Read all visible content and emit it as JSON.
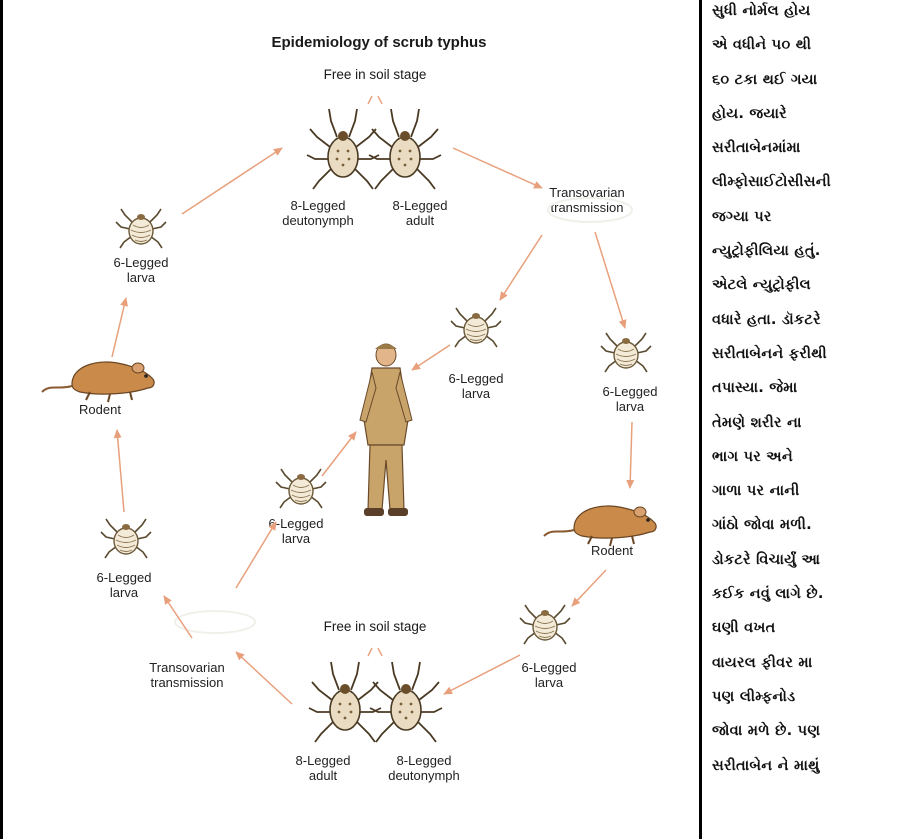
{
  "diagram": {
    "title": "Epidemiology of scrub typhus",
    "colors": {
      "arrow": "#e8a07c",
      "rodent": "#c98a4a",
      "mite": "#6b5a3a",
      "soldier": "#c8a36a"
    },
    "labels": {
      "free_soil_top": "Free in soil stage",
      "deutonymph_top_l1": "8-Legged",
      "deutonymph_top_l2": "deutonymph",
      "adult_top_l1": "8-Legged",
      "adult_top_l2": "adult",
      "transovarian_right_l1": "Transovarian",
      "transovarian_right_l2": "transmission",
      "larva_left_top_l1": "6-Legged",
      "larva_left_top_l2": "larva",
      "rodent_left": "Rodent",
      "larva_left_bottom_l1": "6-Legged",
      "larva_left_bottom_l2": "larva",
      "larva_center_top_l1": "6-Legged",
      "larva_center_top_l2": "larva",
      "larva_right_top_l1": "6-Legged",
      "larva_right_top_l2": "larva",
      "larva_center_bottom_l1": "6-Legged",
      "larva_center_bottom_l2": "larva",
      "rodent_right": "Rodent",
      "larva_right_bottom_l1": "6-Legged",
      "larva_right_bottom_l2": "larva",
      "transovarian_left_l1": "Transovarian",
      "transovarian_left_l2": "transmission",
      "free_soil_bottom": "Free in soil stage",
      "adult_bottom_l1": "8-Legged",
      "adult_bottom_l2": "adult",
      "deutonymph_bottom_l1": "8-Legged",
      "deutonymph_bottom_l2": "deutonymph"
    }
  },
  "article": {
    "lines": [
      "સુધી નોર્મલ હોય",
      "એ વધીને ૫૦ થી",
      "૬૦ ટકા થઈ ગયા",
      "હોય.    જયારે",
      "સરીતાબેનમાંમા",
      "લીમ્ફોસાઈટોસીસની",
      "જગ્યા       પર",
      "ન્યુટ્રોફીલિયા હતું.",
      "એટલે ન્યુટ્રોફીલ",
      "વધારે હતા. ડૉકટરે",
      "સરીતાબેનને ફરીથી",
      "તપાસ્યા.  જેમા",
      "તેમણે શરીર ના",
      "ભાગ પર અને",
      "ગાળા પર નાની",
      "ગાંઠો જોવા મળી.",
      "ડોકટરે વિચાર્યું આ",
      "કઈક નવું લાગે છે.",
      "ઘણી       વખત",
      "વાયરલ ફીવર મા",
      "પણ  લીમ્ફનોડ",
      "જોવા મળે છે. પણ",
      "સરીતાબેન ને માથું"
    ]
  }
}
